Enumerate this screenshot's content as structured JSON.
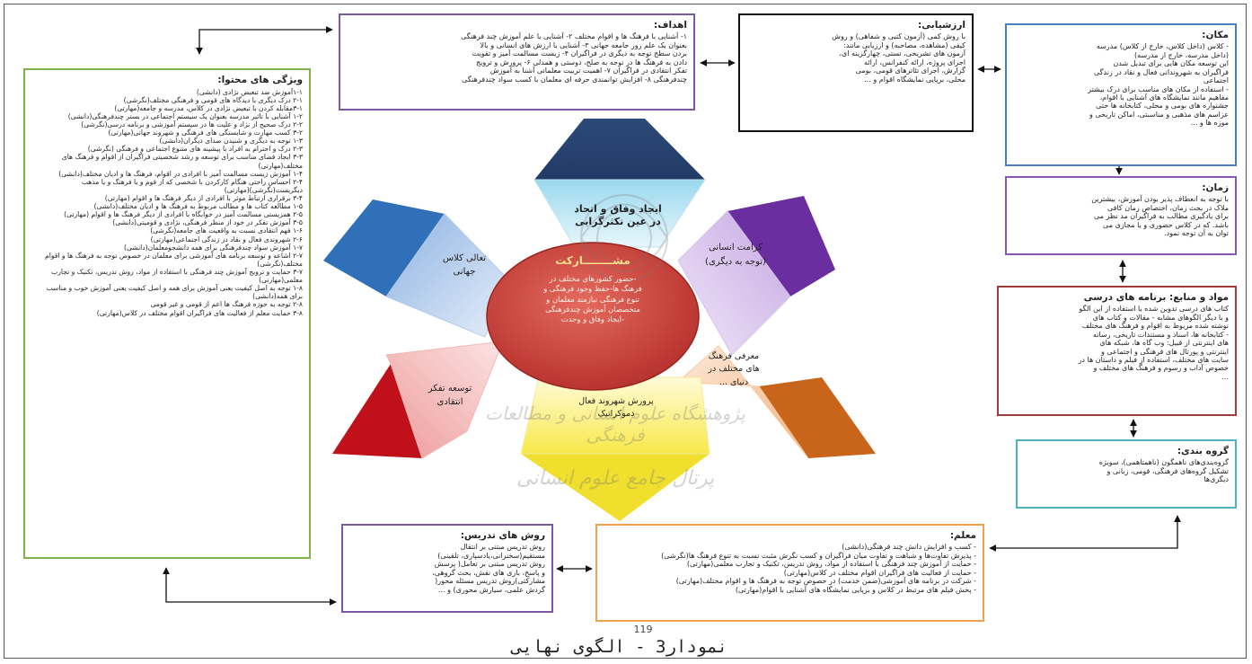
{
  "caption": "نمودار3 - الگوی نهایی",
  "page_number": "119",
  "colors": {
    "content": "#7fb24a",
    "goals": "#7e57a6",
    "evaluation": "#111111",
    "place": "#4a7fc4",
    "time": "#8a55b0",
    "materials": "#a23a3a",
    "grouping": "#4cb3bd",
    "teacher": "#f2a050",
    "methods": "#7e57a6",
    "center": "#c8403a"
  },
  "content": {
    "title": "ویژگی های محتوا:",
    "lines": [
      "۱-۱آموزش ضد تبعیض نژادی (دانشی)",
      "۲-۱ درک دیگری با دیدگاه های قومی و فرهنگی مختلف(نگرشی)",
      "۳-۱مقابله کردن با تبعیض نژادی در کلاس، مدرسه و جامعه(مهارتی)",
      "۱-۲ آشنایی با تاثیر مدرسه بعنوان یک سیستم اجتماعی در بستر چندفرهنگی(دانشی)",
      "۲-۲ درک صحیح از نژاد و علیت ها در سیستم آموزشی و برنامه درسی(نگرشی)",
      "۳-۲ کسب مهارت و شایستگی های فرهنگی و شهروند جهانی(مهارتی)",
      "۱-۳ توجه به دیگری و شنیدن صدای دیگران(دانشی)",
      "۲-۳ درک و احترام به افراد با پیشینه های متنوع اجتماعی و فرهنگی (نگرشی)",
      "۳-۳ ایجاد فضای مناسب برای توسعه و رشد شخصیتی فراگیران از اقوام و فرهنگ های مختلف(مهارتی)",
      "۱-۴ آموزش زیست مسالمت آمیز با افرادی در اقوام، فرهنگ ها و ادیان مختلف(دانشی)",
      "۲-۴ احساس راحتی هنگام کارکردن با شخصی که از قوم و یا فرهنگ و یا مذهب دیگریست(نگرشی)(مهارتی)",
      "۳-۴ برقراری ارتباط موثر با افرادی از دیگر فرهنگ ها و اقوام (مهارتی)",
      "۱-۵ مطالعه کتاب ها و مطالب مربوط به فرهنگ ها و ادیان مختلف(دانشی)",
      "۲-۵ همزیستی مسالمت آمیز در خوابگاه با افرادی از دیگر فرهنگ ها و اقوام (مهارتی)",
      "۳-۵ آموزش تفکر در خود از منظر فرهنگی، نژادی و قومیتی(دانشی)",
      "۱-۶ فهم انتقادی نسبت به واقعیت های جامعه(نگرشی)",
      "۲-۶ شهروندی فعال و نقاد در زندگی اجتماعی(مهارتی)",
      "۱-۷ آموزش سواد چندفرهنگی برای همه دانشجومعلمان(دانشی)",
      "۲-۷ اشاعه و توسعه برنامه های آموزشی برای معلمان در خصوص توجه به فرهنگ ها و اقوام مختلف(نگرشی)",
      "۳-۷ حمایت و ترویج آموزش چند فرهنگی با استفاده از مواد، روش تدریس، تکنیک و تجارب معلمی(مهارتی)",
      "۱-۸ توجه به اصل کیفیت یعنی آموزش برای همه و اصل کیفیت یعنی آموزش خوب و مناسب برای همه(دانشی)",
      "۲-۸ توجه به حوزه فرهنگ ها اعم از قومی و غیر قومی",
      "۳-۸ حمایت معلم از فعالیت های فراگیران اقوام مختلف در کلاس(مهارتی)"
    ]
  },
  "goals": {
    "title": "اهداف:",
    "lines": [
      "۱- آشنایی با فرهنگ ها و اقوام مختلف ۲- آشنایی با علم آموزش چند فرهنگی",
      "بعنوان یک علم روز جامعه جهانی ۳- آشنایی با ارزش های انسانی و بالا",
      "بردن سطح توجه به دیگری در فراگیران ۴- زیست مسالمت آمیز و تقویت",
      "دادن به فرهنگ ها در توجه به صلح، دوستی و همدلی ۶- پرورش و ترویج",
      "تفکر انتقادی در فراگیران ۷- اهمیت تربیت معلمانی آشنا به آموزش",
      "چندفرهنگی ۸- افزایش توانمندی حرفه ای معلمان با کسب سواد چندفرهنگی"
    ]
  },
  "evaluation": {
    "title": "ارزشیابی:",
    "lines": [
      "با روش کمی (آزمون کتبی و شفاهی) و روش",
      "کیفی (مشاهده، مصاحبه) و ارزیابی مانند:",
      "آزمون های تشریحی، تستی، چهارگزینه ای،",
      "اجرای پروژه، ارائه کنفرانس، ارائه",
      "گزارش، اجرای تئاترهای قومی، بومی",
      "محلی، برپایی نمایشگاه اقوام و ..."
    ]
  },
  "place": {
    "title": "مکان:",
    "lines": [
      "- کلاس (داخل کلاس، خارج از کلاس) مدرسه",
      "(داخل مدرسه، خارج از مدرسه)",
      "این توسعه مکان هایی برای تبدیل شدن",
      "فراگیران به شهروندانی فعال و نقاد در زندگی",
      "اجتماعی",
      "- استفاده از مکان های مناسب برای درک بیشتر",
      "مفاهیم مانند نمایشگاه های آشنایی با اقوام،",
      "جشنواره های بومی و محلی، کتابخانه ها حتی",
      "عزاسم های مذهبی و مناسبتی، اماکن تاریخی و",
      "موزه ها و ..."
    ]
  },
  "time": {
    "title": "زمان:",
    "lines": [
      "با توجه به انعطاف پذیر بودن آموزش، بیشترین",
      "ملاک در بحث زمان، اختصاص زمان کافی",
      "برای یادگیری مطالب به فراگیران مد نظر می",
      "باشد. که در کلاس حضوری و یا مجازی می",
      "توان به آن توجه نمود."
    ]
  },
  "materials": {
    "title": "مواد و منابع: برنامه های درسی",
    "lines": [
      "کتاب های درسی تدوین شده با استفاده از این الگو",
      "و با دیگر الگوهای مشابه - مقالات و کتاب های",
      "نوشته شده مربوط به اقوام و فرهنگ های مختلف",
      "- کتابخانه ها، اسناد و مستندات تاریخی، رسانه",
      "های اینترنتی از قبیل: وب گاه ها، شبکه های",
      "اینترنتی و پورتال های فرهنگی و اجتماعی و",
      "سایت های مختلف، استفاده از فیلم و داستان ها در",
      "خصوص آداب و رسوم و فرهنگ های مختلف و",
      "..."
    ]
  },
  "grouping": {
    "title": "گروه بندی:",
    "lines": [
      "گروه‌بندی‌های ناهمگون (ناهمتاهمی)، سویژه",
      "تشکیل گروه‌های فرهنگی، قومی، زبانی و",
      "دیگری‌ها"
    ]
  },
  "teacher": {
    "title": "معلم:",
    "lines": [
      "- کسب و افزایش دانش چند فرهنگی(دانشی)",
      "- پذیرش تفاوت‌ها و شباهت و تفاوت میان فراگیران و کسب نگرش مثبت نسبت به تنوع فرهنگ ها(نگرشی)",
      "- حمایت از آموزش چند فرهنگی با استفاده از مواد، روش تدریس، تکنیک و تجارب معلمی(مهارتی)",
      "- حمایت از فعالیت های فراگیران اقوام مختلف در کلاس(مهارتی)",
      "- شرکت در برنامه های آموزشی(ضمن خدمت) در خصوص توجه به فرهنگ ها و اقوام مختلف(مهارتی)",
      "- پخش فیلم های مرتبط در کلاس و برپایی نمایشگاه های آشنایی با اقوام(مهارتی)"
    ]
  },
  "methods": {
    "title": "روش های تدریس:",
    "lines": [
      "روش تدریس مبتنی بر انتقال",
      "مستقیم(سخنرانی،یادسپاری، تلقینی)",
      "روش تدریس مبتنی بر تعامل( پرسش",
      "و پاسخ، بازی های نقش، بحث گروهی،",
      "مشارکتی)روش تدریس مسئله محور(",
      "گردش علمی، سیارش محوری) و ..."
    ]
  },
  "center": {
    "title": "مشــــــــارکت",
    "lines": [
      "-حضور کشورهای مختلف در",
      "فرهنگ ها-حفظ وجود فرهنگی و",
      "تنوع فرهنگی نیازمند معلمان و",
      "متخصصان آموزش چندفرهنگی",
      "-ایجاد وفاق و وحدت"
    ]
  },
  "petals": {
    "top": "ایجاد وفاق و اتحاد در عین تکثرگرایی",
    "upper_right": "کرامت انسانی (توجه به دیگری)",
    "lower_right": "معرفی فرهنگ های مختلف در دنیای ...",
    "bottom": "پرورش شهروند فعال دموکراتیک",
    "lower_left": "توسعه تفکر انتقادی",
    "upper_left": "تعالی کلاس جهانی"
  },
  "watermark": {
    "line1": "پژوهشگاه علوم انسانی و مطالعات فرهنگی",
    "line2": "پرتال جامع علوم انسانی"
  }
}
